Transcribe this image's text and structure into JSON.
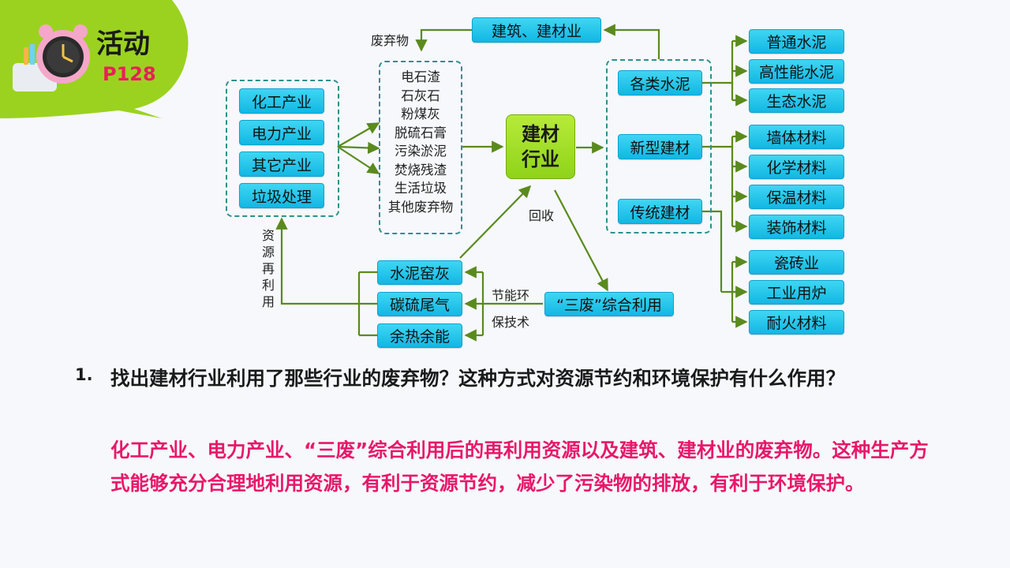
{
  "badge": {
    "title": "活动",
    "page": "P128"
  },
  "sources": [
    "化工产业",
    "电力产业",
    "其它产业",
    "垃圾处理"
  ],
  "waste_items": [
    "电石渣",
    "石灰石",
    "粉煤灰",
    "脱硫石膏",
    "污染淤泥",
    "焚烧残渣",
    "生活垃圾",
    "其他废弃物"
  ],
  "waste_label": "废弃物",
  "center": {
    "line1": "建材",
    "line2": "行业"
  },
  "top_node": "建筑、建材业",
  "categories": [
    "各类水泥",
    "新型建材",
    "传统建材"
  ],
  "cement_products": [
    "普通水泥",
    "高性能水泥",
    "生态水泥"
  ],
  "new_products": [
    "墙体材料",
    "化学材料",
    "保温材料",
    "装饰材料"
  ],
  "traditional_products": [
    "瓷砖业",
    "工业用炉",
    "耐火材料"
  ],
  "recycle_label": "回收",
  "three_wastes": "“三废”综合利用",
  "tech_label_1": "节能环",
  "tech_label_2": "保技术",
  "reuse_items": [
    "水泥窑灰",
    "碳硫尾气",
    "余热余能"
  ],
  "reuse_label": "资源再利用",
  "question": {
    "number": "1.",
    "text": "找出建材行业利用了那些行业的废弃物？这种方式对资源节约和环境保护有什么作用？"
  },
  "answer": "化工产业、电力产业、“三废”综合利用后的再利用资源以及建筑、建材业的废弃物。这种生产方式能够充分合理地利用资源，有利于资源节约，减少了污染物的排放，有利于环境保护。",
  "colors": {
    "accent_green": "#9bd21f",
    "node_blue": "#1cc3ea",
    "answer_pink": "#e8176a",
    "arrow": "#5a8a1e"
  }
}
